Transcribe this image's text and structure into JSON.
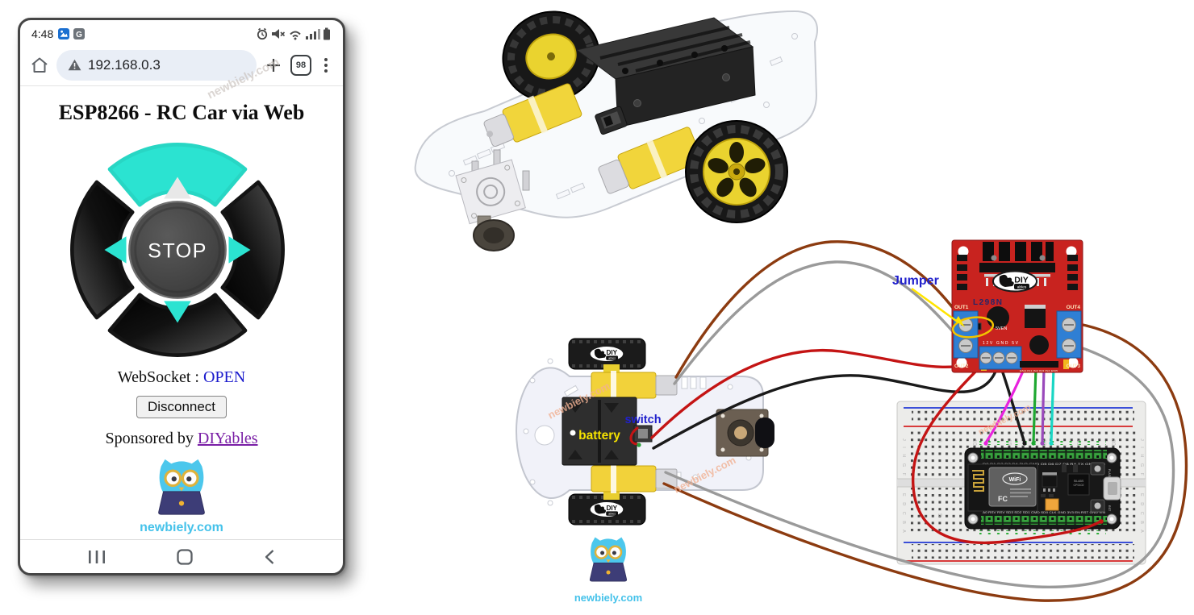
{
  "watermark": "newbiely.com",
  "colors": {
    "dpad_teal": "#2BE3D1",
    "link_blue": "#1A1ACC",
    "visited_purple": "#7A1FA6",
    "l298n_red": "#C8231F",
    "brand_blue": "#45C2EA",
    "label_blue": "#2121CC",
    "label_yellow": "#F5E200",
    "wire_brown": "#8C3B10",
    "wire_gray": "#9A9A9A",
    "wire_red": "#C41414",
    "wire_black": "#1A1A1A",
    "wire_magenta": "#E822DD",
    "wire_green": "#1FA832",
    "wire_purple": "#9A4ABB",
    "wire_cyan": "#19D6C4"
  },
  "phone": {
    "status_bar": {
      "time": "4:48",
      "icons": [
        "photos-app",
        "translate-app",
        "alarm",
        "volume-muted",
        "wifi",
        "cell-signal",
        "battery"
      ]
    },
    "browser": {
      "url": "192.168.0.3",
      "tab_count": "98"
    },
    "page": {
      "title": "ESP8266 - RC Car via Web",
      "dpad": {
        "stop_label": "STOP"
      },
      "websocket_label": "WebSocket : ",
      "websocket_status": "OPEN",
      "disconnect_label": "Disconnect",
      "sponsored_prefix": "Sponsored by ",
      "sponsored_link": "DIYables",
      "brand": "newbiely.com"
    },
    "nav_bar": {
      "icons": [
        "recent-apps",
        "home",
        "back"
      ]
    }
  },
  "diagram": {
    "brand": "newbiely.com",
    "labels": {
      "jumper": "Jumper",
      "switch": "switch",
      "battery": "battery"
    },
    "diyables_logo": {
      "name": "DIY",
      "sub": "ables"
    },
    "l298n": {
      "silkscreen": "L298N",
      "out1": "OUT1",
      "out2": "OUT2",
      "out3": "OUT3",
      "out4": "OUT4",
      "power_pins": "12V GND 5V",
      "enable_pin": "5VEN",
      "control_pins": "ENA IN1 IN2 IN3 IN4 ENB"
    },
    "nodemcu": {
      "wifi_logo": "WiFi",
      "fcc_mark": "FC",
      "chip_line1": "SILABS",
      "chip_line2": "CP2102",
      "flash_button": "FLASH",
      "reset_button": "RST",
      "top_pins": "D0 D1 D2 D3 D4 3V3 GND D5 D6 D7 D8 RX TX GND 3V3",
      "bottom_pins": "A0 RSV RSV SD3 SD2 SD1 CMD SD0 CLK GND 3V3 EN RST GND VIN"
    },
    "breadboard": {
      "cols": [
        "5",
        "10",
        "15",
        "20",
        "25",
        "30"
      ],
      "rows_top": "J I H G F",
      "rows_bottom": "E D C B A"
    },
    "wires": [
      {
        "name": "left-motor-wire-1",
        "color": "brown"
      },
      {
        "name": "left-motor-wire-2",
        "color": "gray"
      },
      {
        "name": "right-motor-wire-1",
        "color": "brown"
      },
      {
        "name": "right-motor-wire-2",
        "color": "gray"
      },
      {
        "name": "battery-positive",
        "color": "red"
      },
      {
        "name": "battery-negative",
        "color": "black"
      },
      {
        "name": "12v-to-vin",
        "color": "red"
      },
      {
        "name": "gnd-to-gnd",
        "color": "black"
      },
      {
        "name": "in1-wire",
        "color": "magenta"
      },
      {
        "name": "in2-wire",
        "color": "green"
      },
      {
        "name": "in3-wire",
        "color": "purple"
      },
      {
        "name": "in4-wire",
        "color": "cyan"
      }
    ]
  }
}
